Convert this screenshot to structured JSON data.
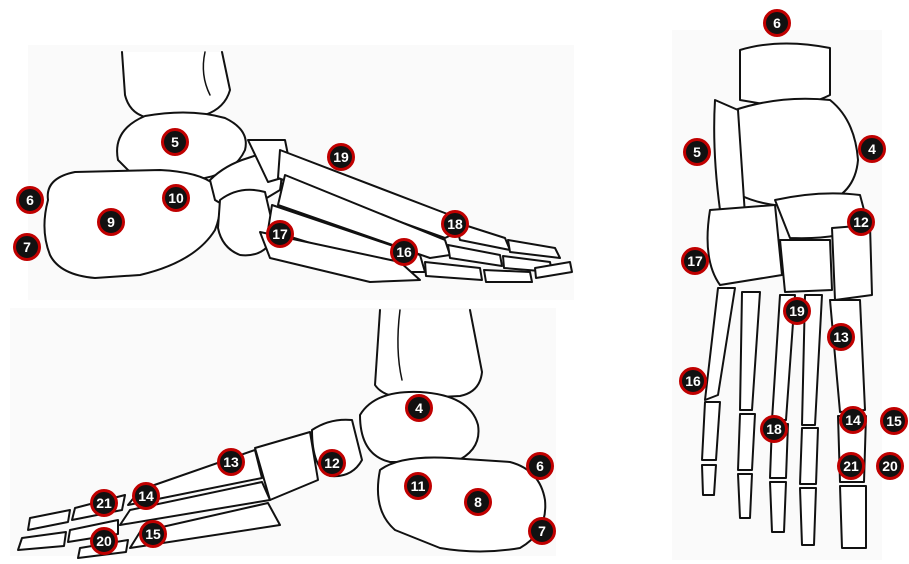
{
  "colors": {
    "marker_fill": "#111111",
    "marker_ring": "#c00000",
    "bone_outline": "#111111",
    "background": "#ffffff"
  },
  "views": {
    "lateral": {
      "labels": [
        {
          "id": "lat-5",
          "text": "5"
        },
        {
          "id": "lat-19",
          "text": "19"
        },
        {
          "id": "lat-6",
          "text": "6"
        },
        {
          "id": "lat-10",
          "text": "10"
        },
        {
          "id": "lat-9",
          "text": "9"
        },
        {
          "id": "lat-18",
          "text": "18"
        },
        {
          "id": "lat-7",
          "text": "7"
        },
        {
          "id": "lat-17",
          "text": "17"
        },
        {
          "id": "lat-16",
          "text": "16"
        }
      ]
    },
    "medial": {
      "labels": [
        {
          "id": "med-4",
          "text": "4"
        },
        {
          "id": "med-13",
          "text": "13"
        },
        {
          "id": "med-12",
          "text": "12"
        },
        {
          "id": "med-6",
          "text": "6"
        },
        {
          "id": "med-11",
          "text": "11"
        },
        {
          "id": "med-21",
          "text": "21"
        },
        {
          "id": "med-14",
          "text": "14"
        },
        {
          "id": "med-8",
          "text": "8"
        },
        {
          "id": "med-15",
          "text": "15"
        },
        {
          "id": "med-7",
          "text": "7"
        },
        {
          "id": "med-20",
          "text": "20"
        }
      ]
    },
    "dorsal": {
      "labels": [
        {
          "id": "dor-6",
          "text": "6"
        },
        {
          "id": "dor-5",
          "text": "5"
        },
        {
          "id": "dor-4",
          "text": "4"
        },
        {
          "id": "dor-12",
          "text": "12"
        },
        {
          "id": "dor-17",
          "text": "17"
        },
        {
          "id": "dor-19",
          "text": "19"
        },
        {
          "id": "dor-13",
          "text": "13"
        },
        {
          "id": "dor-16",
          "text": "16"
        },
        {
          "id": "dor-14",
          "text": "14"
        },
        {
          "id": "dor-15",
          "text": "15"
        },
        {
          "id": "dor-18",
          "text": "18"
        },
        {
          "id": "dor-21",
          "text": "21"
        },
        {
          "id": "dor-20",
          "text": "20"
        }
      ]
    }
  }
}
